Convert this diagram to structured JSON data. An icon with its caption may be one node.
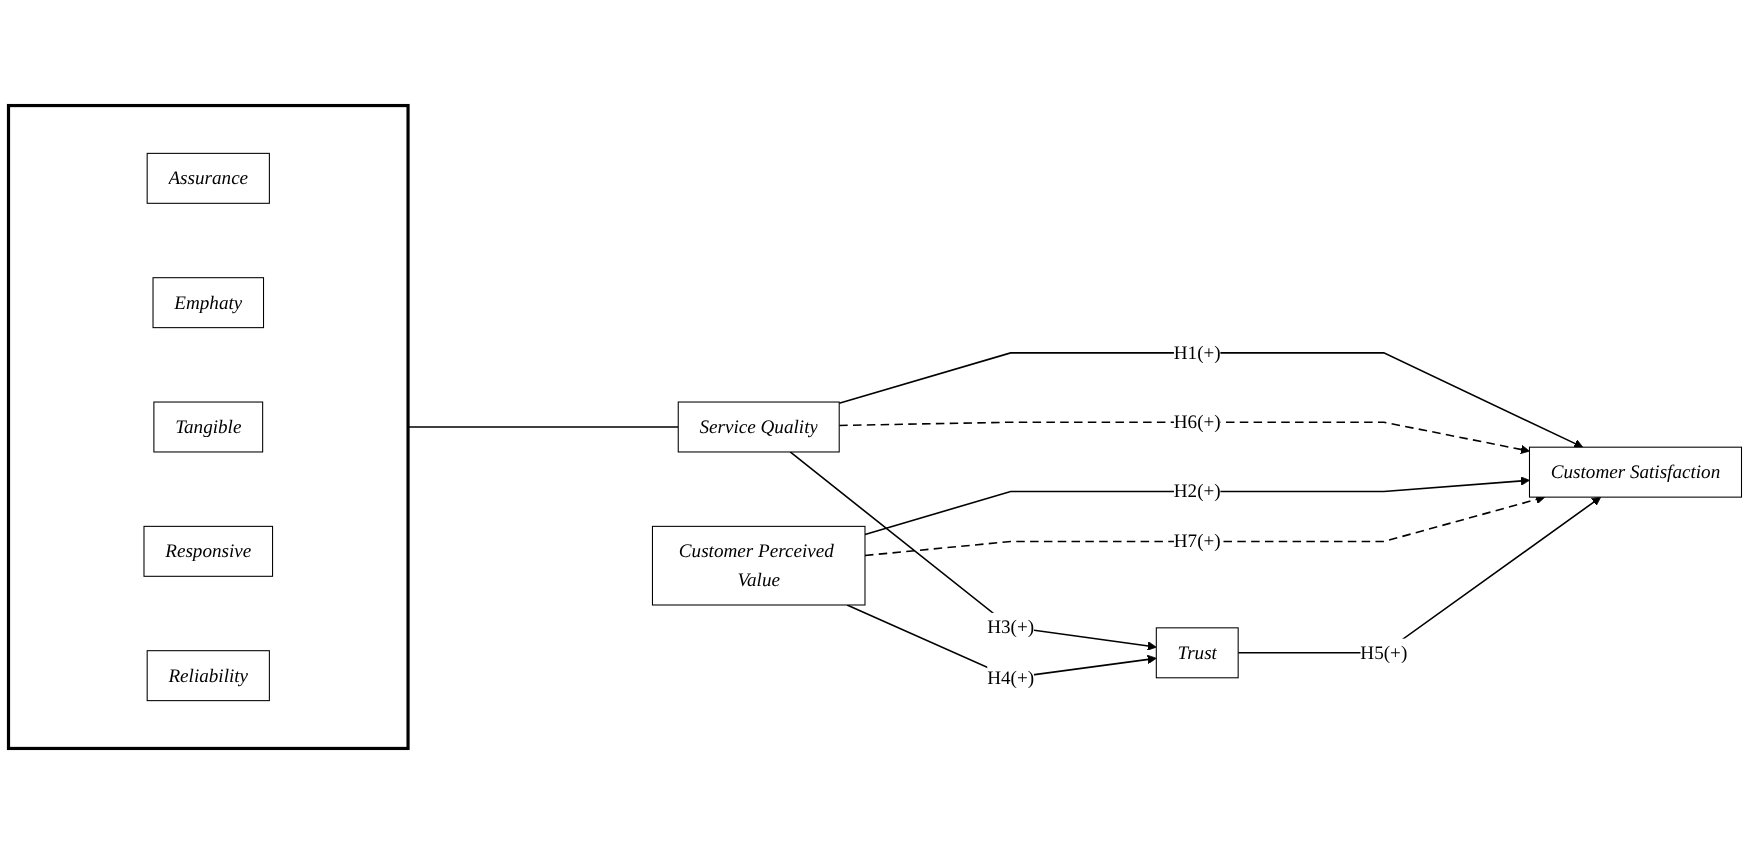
{
  "diagram": {
    "nodes": [
      {
        "text": [],
        "shape": "box"
      },
      {
        "text": [
          "Assurance"
        ],
        "in": 0
      },
      {
        "text": [
          "Emphaty"
        ],
        "in": 0
      },
      {
        "text": [
          "Tangible"
        ],
        "in": 0
      },
      {
        "text": [
          "Responsive"
        ],
        "in": 0
      },
      {
        "text": [
          "Reliability"
        ],
        "in": 0
      },
      {
        "text": [
          "Service Quality"
        ]
      },
      {
        "text": [
          "Trust"
        ]
      },
      {
        "text": [
          "Customer Satisfaction"
        ]
      },
      {
        "text": [
          "Customer Perceived Value"
        ]
      }
    ],
    "edges": [
      {
        "from": 0,
        "to": 6,
        "arrow": "none"
      },
      {
        "from": 6,
        "to": 7,
        "arrow": "to",
        "label": "H3(+)"
      },
      {
        "from": 6,
        "to": 8,
        "arrow": "to",
        "label": "H1(+)"
      },
      {
        "from": 6,
        "to": 8,
        "arrow": "to",
        "label": "H6(+)",
        "style": "dashed"
      },
      {
        "from": 9,
        "to": 7,
        "arrow": "to",
        "label": "H4(+)"
      },
      {
        "from": 9,
        "to": 8,
        "arrow": "to",
        "label": "H2(+)"
      },
      {
        "from": 9,
        "to": 8,
        "arrow": "to",
        "label": "H7(+)",
        "style": "dashed"
      },
      {
        "from": 7,
        "to": 8,
        "arrow": "to",
        "label": "H5(+)"
      }
    ]
  }
}
